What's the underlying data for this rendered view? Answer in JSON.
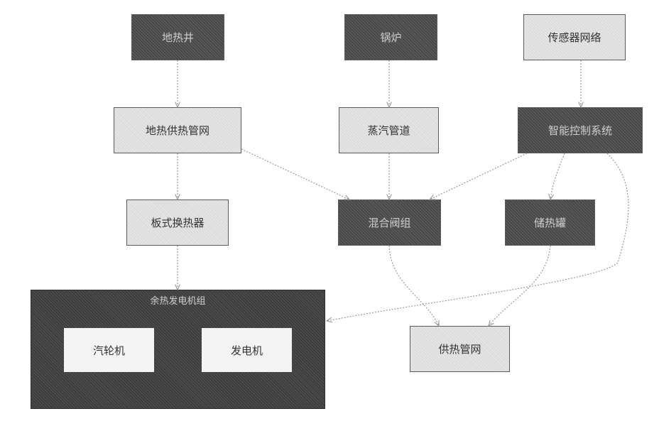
{
  "nodes": {
    "geothermal_well": "地热井",
    "boiler": "锅炉",
    "sensor_network": "传感器网络",
    "district_heating_network": "地热供热管网",
    "steam_pipe": "蒸汽管道",
    "smart_control_system": "智能控制系统",
    "plate_heat_exchanger": "板式换热器",
    "mixing_valve": "混合阀组",
    "storage_tank": "储热罐",
    "power_generation_unit": "余热发电机组",
    "steam_turbine": "汽轮机",
    "generator": "发电机",
    "heating_network": "供热管网"
  },
  "colors": {
    "light_fill": "#dcdcdc",
    "dark_fill": "#575757",
    "group_fill": "#4a4a4a",
    "edge": "#9a9a9a"
  }
}
